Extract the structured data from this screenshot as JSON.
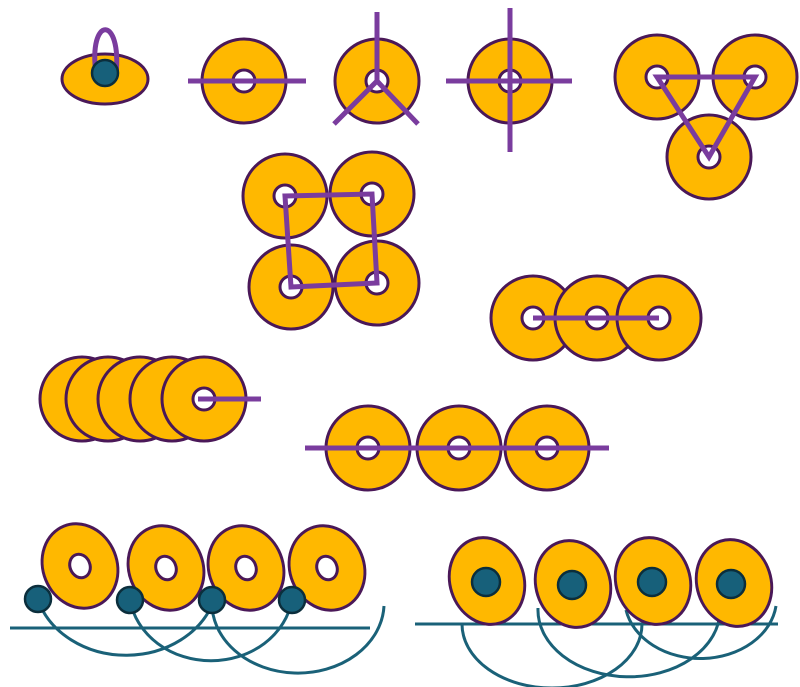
{
  "colors": {
    "bead_fill": "#FFB800",
    "bead_outline": "#4A1858",
    "string": "#7A3C9E",
    "knot_fill": "#17607A",
    "knot_outline": "#0B2E3C",
    "arc": "#1A6178",
    "hole": "#ffffff",
    "background": "#ffffff"
  },
  "figures": [
    {
      "id": "single-bead-loop",
      "description_kind": "bead-with-loop"
    },
    {
      "id": "bead-horizontal-line",
      "description_kind": "single-bead"
    },
    {
      "id": "bead-three-spokes",
      "description_kind": "single-bead"
    },
    {
      "id": "bead-cross",
      "description_kind": "single-bead"
    },
    {
      "id": "triangle-of-three",
      "description_kind": "bead-cluster"
    },
    {
      "id": "square-of-four",
      "description_kind": "bead-cluster"
    },
    {
      "id": "chain-of-three-short",
      "description_kind": "bead-row"
    },
    {
      "id": "stack-of-five",
      "description_kind": "bead-stack"
    },
    {
      "id": "chain-of-three-long",
      "description_kind": "bead-row"
    },
    {
      "id": "tilted-beads-with-knots",
      "description_kind": "bead-row-arcs"
    },
    {
      "id": "tilted-beads-knotted-centers",
      "description_kind": "bead-row-arcs"
    }
  ]
}
